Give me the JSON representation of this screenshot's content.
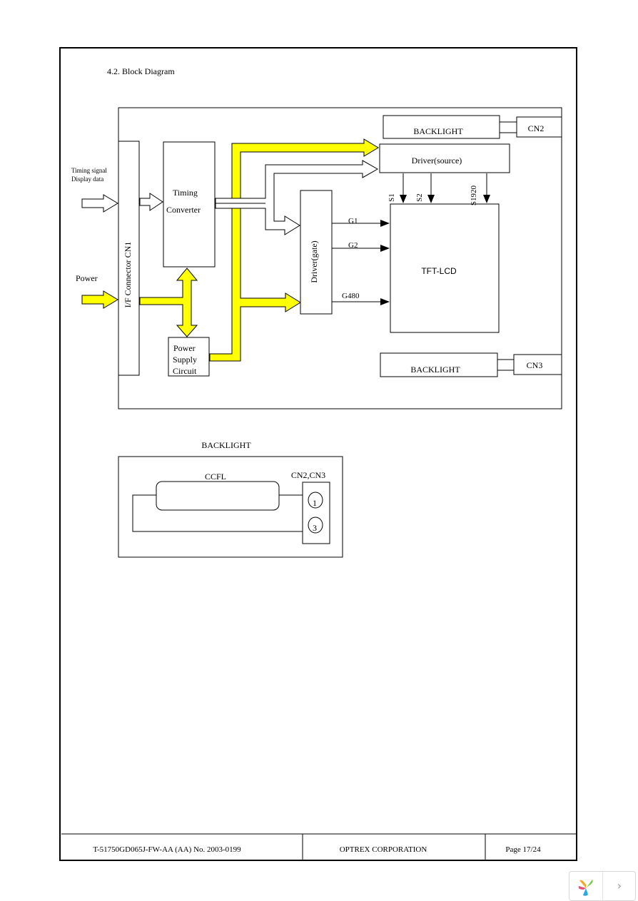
{
  "section_title": "4.2. Block Diagram",
  "inputs": {
    "timing_signal": "Timing signal",
    "display_data": "Display data",
    "power": "Power"
  },
  "blocks": {
    "if_connector": "I/F Connector CN1",
    "timing_converter_line1": "Timing",
    "timing_converter_line2": "Converter",
    "power_supply_line1": "Power",
    "power_supply_line2": "Supply",
    "power_supply_line3": "Circuit",
    "driver_gate": "Driver(gate)",
    "driver_source": "Driver(source)",
    "tft_lcd": "TFT-LCD",
    "backlight_top": "BACKLIGHT",
    "backlight_bottom": "BACKLIGHT",
    "cn2": "CN2",
    "cn3": "CN3"
  },
  "gate_lines": [
    "G1",
    "G2",
    "G480"
  ],
  "source_lines": [
    "S1",
    "S2",
    "S1920"
  ],
  "backlight_diagram": {
    "title": "BACKLIGHT",
    "lamp": "CCFL",
    "connector": "CN2,CN3",
    "pins": [
      "1",
      "3"
    ]
  },
  "footer": {
    "document_no": "T-51750GD065J-FW-AA (AA) No. 2003-0199",
    "company": "OPTREX CORPORATION",
    "page": "Page 17/24"
  },
  "colors": {
    "power_path": "#ffff00",
    "line": "#000000"
  },
  "nav": {
    "next_icon": "›"
  }
}
